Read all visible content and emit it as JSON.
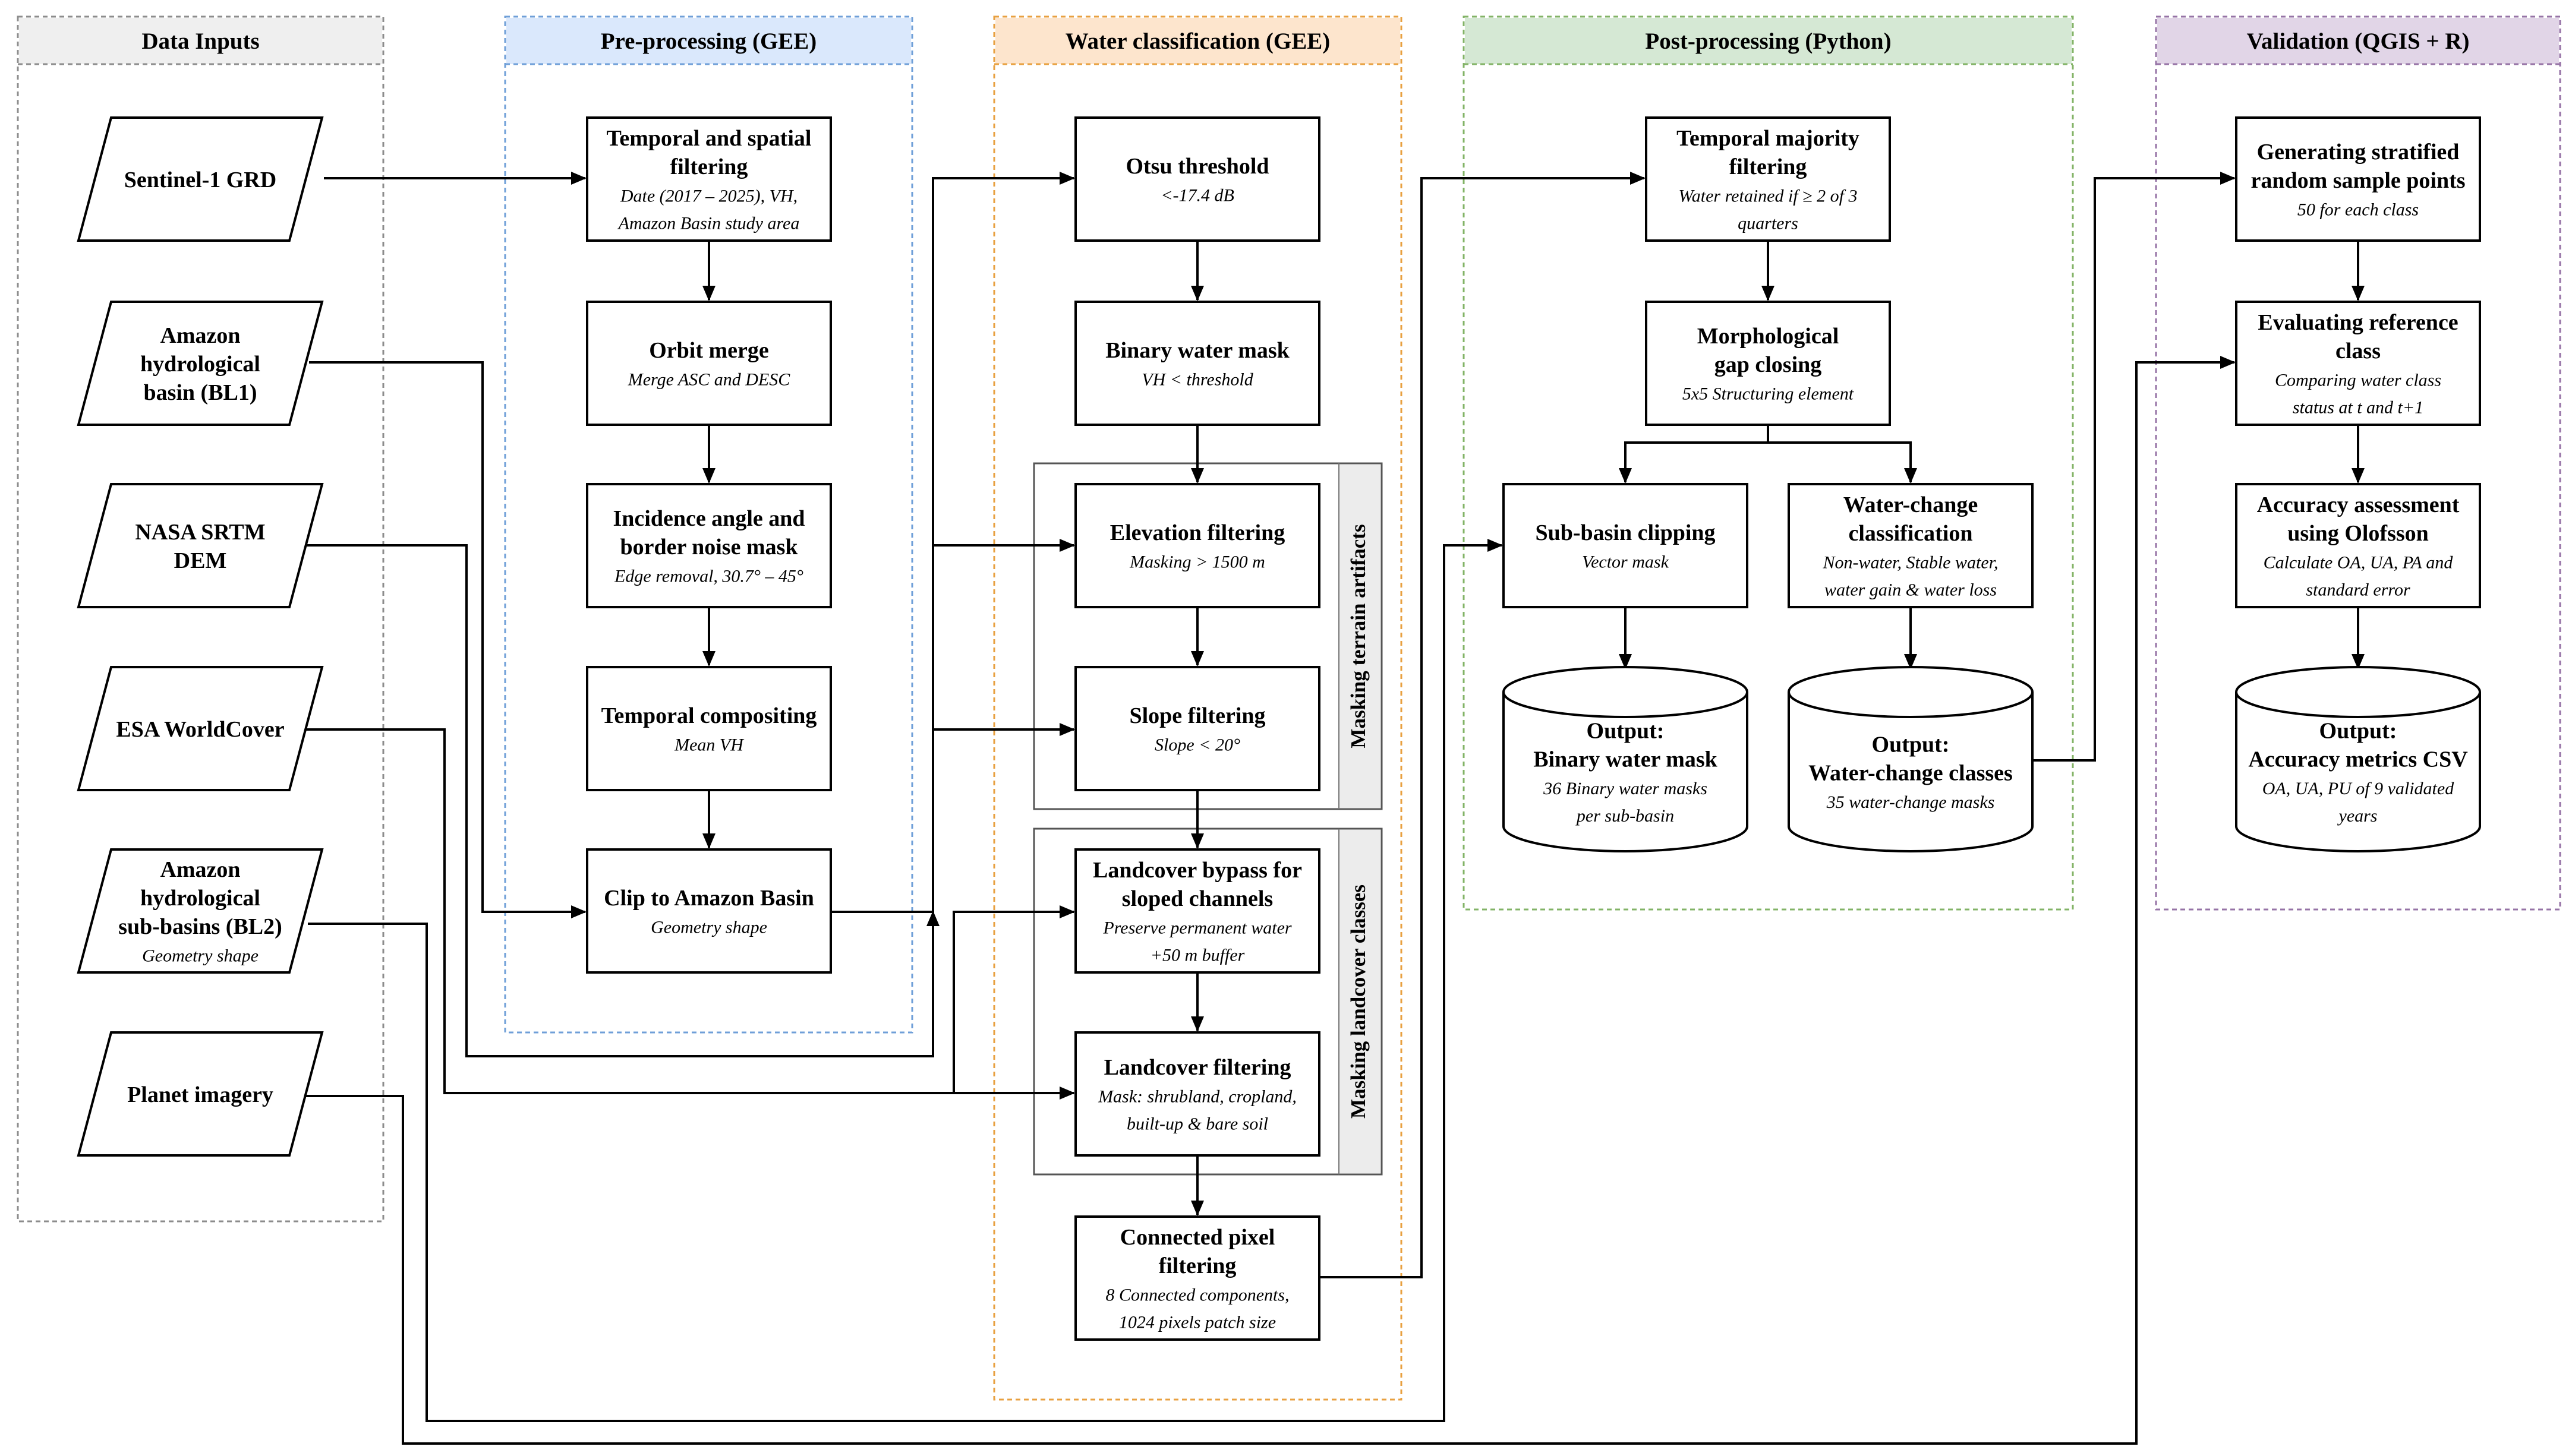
{
  "lanes": [
    {
      "id": "inputs",
      "title": "Data Inputs",
      "color": "#8c8c8c",
      "fill": "#efefef"
    },
    {
      "id": "pre",
      "title": "Pre-processing (GEE)",
      "color": "#6f9fd8",
      "fill": "#dae8fc"
    },
    {
      "id": "water",
      "title": "Water classification (GEE)",
      "color": "#e8a040",
      "fill": "#fde5cd"
    },
    {
      "id": "post",
      "title": "Post-processing (Python)",
      "color": "#82b366",
      "fill": "#d5e8d4"
    },
    {
      "id": "valid",
      "title": "Validation (QGIS + R)",
      "color": "#9673a6",
      "fill": "#e1d5e7"
    }
  ],
  "groups": [
    {
      "id": "terrain",
      "label": "Masking terrain artifacts"
    },
    {
      "id": "landcover",
      "label": "Masking landcover classes"
    }
  ],
  "nodes": {
    "s1": {
      "title": [
        "Sentinel-1 GRD"
      ],
      "sub": []
    },
    "bl1": {
      "title": [
        "Amazon",
        "hydrological",
        "basin (BL1)"
      ],
      "sub": []
    },
    "srtm": {
      "title": [
        "NASA SRTM",
        "DEM"
      ],
      "sub": []
    },
    "esa": {
      "title": [
        "ESA WorldCover"
      ],
      "sub": []
    },
    "bl2": {
      "title": [
        "Amazon",
        "hydrological",
        "sub-basins (BL2)"
      ],
      "sub": [
        "Geometry shape"
      ]
    },
    "planet": {
      "title": [
        "Planet imagery"
      ],
      "sub": []
    },
    "tsf": {
      "title": [
        "Temporal and spatial",
        "filtering"
      ],
      "sub": [
        "Date (2017 – 2025), VH,",
        "Amazon Basin study area"
      ]
    },
    "orbit": {
      "title": [
        "Orbit merge"
      ],
      "sub": [
        "Merge ASC and DESC"
      ]
    },
    "incid": {
      "title": [
        "Incidence angle and",
        "border noise mask"
      ],
      "sub": [
        "Edge removal, 30.7° – 45°"
      ]
    },
    "tcomp": {
      "title": [
        "Temporal compositing"
      ],
      "sub": [
        "Mean VH"
      ]
    },
    "clip": {
      "title": [
        "Clip to Amazon Basin"
      ],
      "sub": [
        "Geometry shape"
      ]
    },
    "otsu": {
      "title": [
        "Otsu threshold"
      ],
      "sub": [
        "<-17.4 dB"
      ]
    },
    "binm": {
      "title": [
        "Binary water mask"
      ],
      "sub": [
        "VH < threshold"
      ]
    },
    "elev": {
      "title": [
        "Elevation filtering"
      ],
      "sub": [
        "Masking > 1500 m"
      ]
    },
    "slope": {
      "title": [
        "Slope filtering"
      ],
      "sub": [
        "Slope < 20°"
      ]
    },
    "bypass": {
      "title": [
        "Landcover bypass for",
        "sloped channels"
      ],
      "sub": [
        "Preserve permanent water",
        "+50 m buffer"
      ]
    },
    "lcf": {
      "title": [
        "Landcover filtering"
      ],
      "sub": [
        "Mask: shrubland, cropland,",
        "built-up & bare soil"
      ]
    },
    "cpf": {
      "title": [
        "Connected pixel",
        "filtering"
      ],
      "sub": [
        "8 Connected components,",
        "1024 pixels patch size"
      ]
    },
    "tmaj": {
      "title": [
        "Temporal majority",
        "filtering"
      ],
      "sub": [
        "Water retained if ≥ 2 of 3",
        "quarters"
      ]
    },
    "morph": {
      "title": [
        "Morphological",
        "gap closing"
      ],
      "sub": [
        "5x5 Structuring element"
      ]
    },
    "subclip": {
      "title": [
        "Sub-basin clipping"
      ],
      "sub": [
        "Vector mask"
      ]
    },
    "wcc": {
      "title": [
        "Water-change",
        "classification"
      ],
      "sub": [
        "Non-water, Stable water,",
        "water gain & water loss"
      ]
    },
    "outbin": {
      "title": [
        "Output:",
        "Binary water mask"
      ],
      "sub": [
        "36 Binary water masks",
        "per sub-basin"
      ]
    },
    "outwc": {
      "title": [
        "Output:",
        "Water-change classes"
      ],
      "sub": [
        "35 water-change masks"
      ]
    },
    "gen": {
      "title": [
        "Generating stratified",
        "random sample points"
      ],
      "sub": [
        "50 for each class"
      ]
    },
    "evalref": {
      "title": [
        "Evaluating reference",
        "class"
      ],
      "sub": [
        "Comparing water class",
        "status at t and t+1"
      ]
    },
    "acc": {
      "title": [
        "Accuracy assessment",
        "using Olofsson"
      ],
      "sub": [
        "Calculate OA, UA, PA and",
        "standard error"
      ]
    },
    "outacc": {
      "title": [
        "Output:",
        "Accuracy metrics CSV"
      ],
      "sub": [
        "OA, UA, PU of 9 validated",
        "years"
      ]
    }
  }
}
